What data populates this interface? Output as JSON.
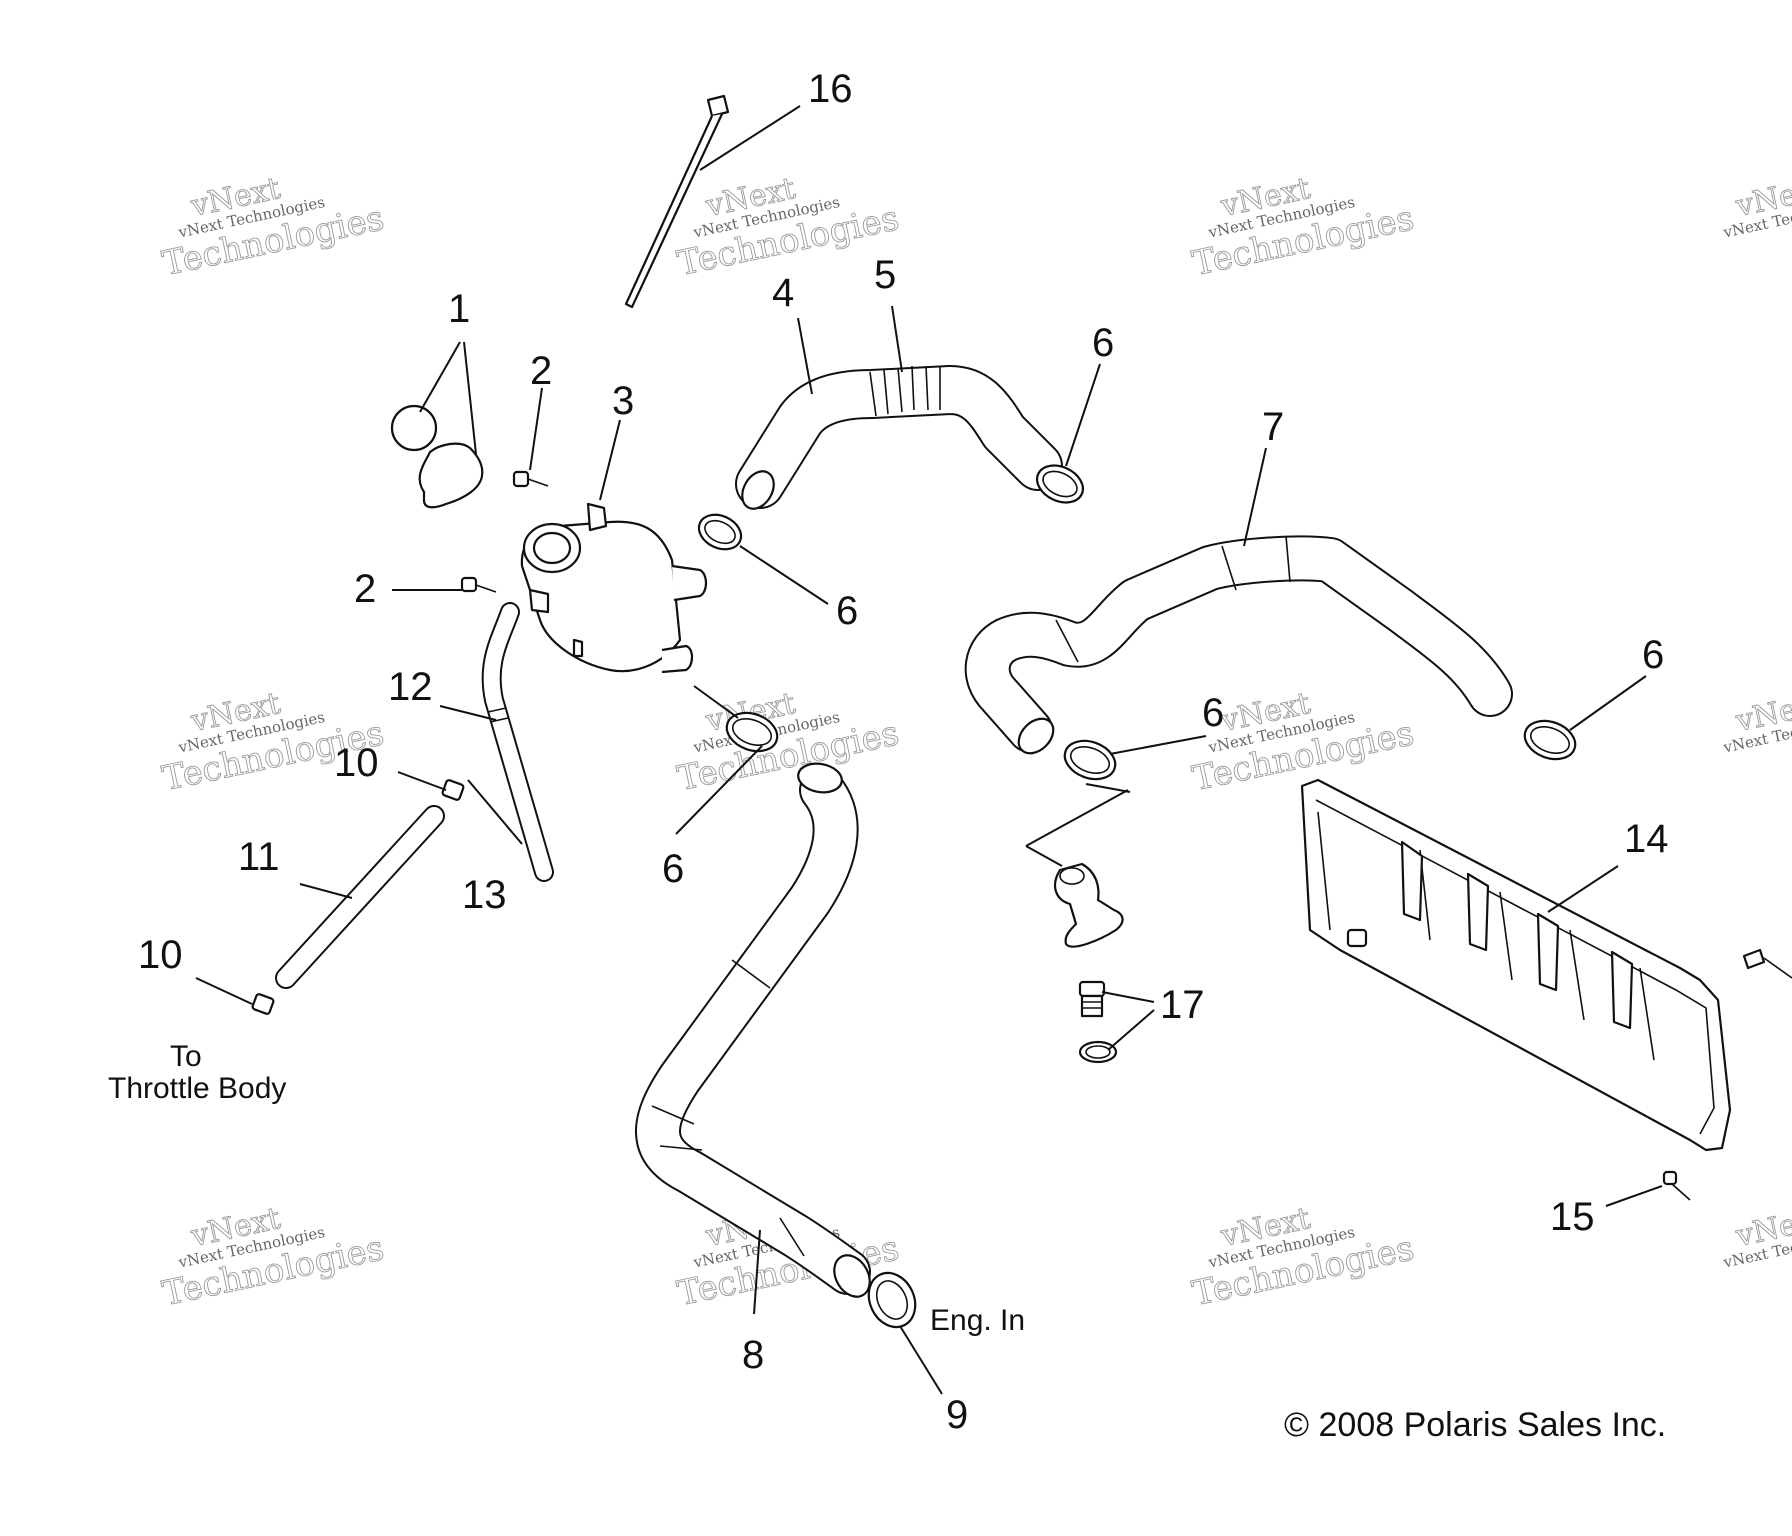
{
  "callouts": [
    "16",
    "1",
    "2",
    "3",
    "4",
    "5",
    "6",
    "7",
    "2",
    "6",
    "6",
    "12",
    "10",
    "6",
    "11",
    "13",
    "6",
    "14",
    "10",
    "17",
    "15",
    "8",
    "9"
  ],
  "notes": {
    "throttle_line1": "To",
    "throttle_line2": "Throttle Body",
    "eng_in": "Eng. In"
  },
  "copyright": "© 2008 Polaris Sales Inc.",
  "watermark": {
    "small": "vNext Technologies",
    "big1": "vNext",
    "big2": "Technologies"
  }
}
